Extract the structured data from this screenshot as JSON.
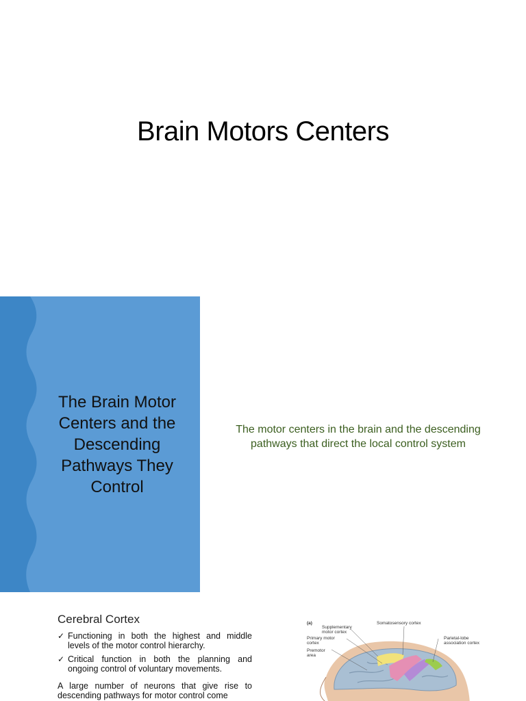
{
  "slide1": {
    "title": "Brain Motors Centers"
  },
  "slide2": {
    "panel_title": "The Brain Motor Centers and the Descending Pathways They Control",
    "body": "The motor centers in the brain and the descending pathways that direct the local control system",
    "colors": {
      "panel_blue": "#5b9bd5",
      "panel_dark_blue": "#3d86c6",
      "text_green": "#3b5e1f"
    }
  },
  "slide3": {
    "heading": "Cerebral Cortex",
    "bullets": [
      {
        "check": "✓",
        "text": "Functioning in both the highest and middle levels of the motor control hierarchy."
      },
      {
        "check": "✓",
        "text": "Critical function in both the planning and ongoing control of voluntary movements."
      }
    ],
    "paragraph": "A large number of neurons that give rise to descending pathways for motor control come",
    "figure": {
      "panel_label": "(a)",
      "labels": {
        "supplementary": "Supplementary motor cortex",
        "somatosensory": "Somatosensory cortex",
        "primary": "Primary motor cortex",
        "parietal": "Parietal-lobe association cortex",
        "premotor": "Premotor area"
      }
    }
  }
}
